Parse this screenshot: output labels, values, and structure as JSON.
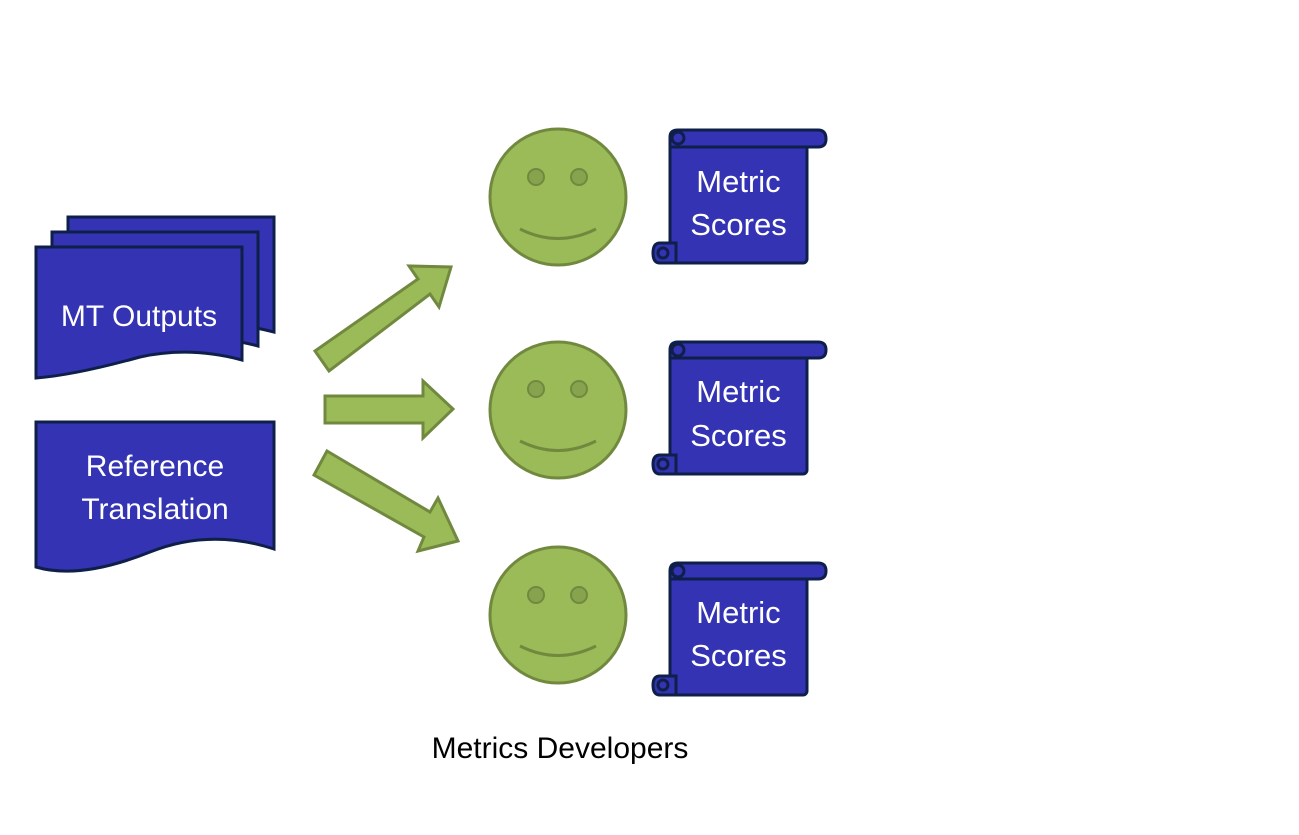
{
  "colors": {
    "doc_fill": "#3333b3",
    "doc_stroke": "#0e1f4a",
    "arrow_fill": "#9bbb59",
    "arrow_stroke": "#71893f",
    "face_fill": "#9bbb59",
    "face_stroke": "#71893f"
  },
  "inputs": {
    "mt_outputs": "MT Outputs",
    "reference_line1": "Reference",
    "reference_line2": "Translation"
  },
  "developers": [
    {
      "icon": "smiley-face-icon",
      "score_line1": "Metric",
      "score_line2": "Scores"
    },
    {
      "icon": "smiley-face-icon",
      "score_line1": "Metric",
      "score_line2": "Scores"
    },
    {
      "icon": "smiley-face-icon",
      "score_line1": "Metric",
      "score_line2": "Scores"
    }
  ],
  "caption": "Metrics Developers"
}
